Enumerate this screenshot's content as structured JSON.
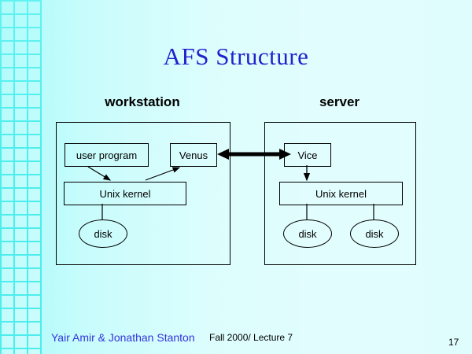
{
  "slide": {
    "title": "AFS Structure",
    "background_left_color": "#aafafa",
    "background_right_color": "#e0fdfd",
    "grid_line_color": "#00e5e5",
    "title_color": "#2222cc"
  },
  "captions": {
    "workstation": "workstation",
    "server": "server"
  },
  "workstation": {
    "nodes": [
      {
        "id": "user-program",
        "label": "user program"
      },
      {
        "id": "venus",
        "label": "Venus"
      },
      {
        "id": "unix-kernel",
        "label": "Unix kernel"
      }
    ],
    "disks": [
      {
        "id": "disk-ws",
        "label": "disk"
      }
    ]
  },
  "server": {
    "nodes": [
      {
        "id": "vice",
        "label": "Vice"
      },
      {
        "id": "unix-kernel",
        "label": "Unix kernel"
      }
    ],
    "disks": [
      {
        "id": "disk-srv-1",
        "label": "disk"
      },
      {
        "id": "disk-srv-2",
        "label": "disk"
      }
    ]
  },
  "connectors": {
    "venus_vice": "bidirectional-thick-arrow",
    "user_program_to_kernel": "arrow-down-right",
    "kernel_to_venus": "arrow-up-right",
    "kernel_to_disk": "plain-line",
    "vice_to_kernel": "arrow-down",
    "srv_kernel_to_disks": "plain-line"
  },
  "footer": {
    "authors": "Yair Amir & Jonathan Stanton",
    "course": "Fall 2000/ Lecture 7",
    "page_number": "17",
    "authors_color": "#3333dd"
  }
}
